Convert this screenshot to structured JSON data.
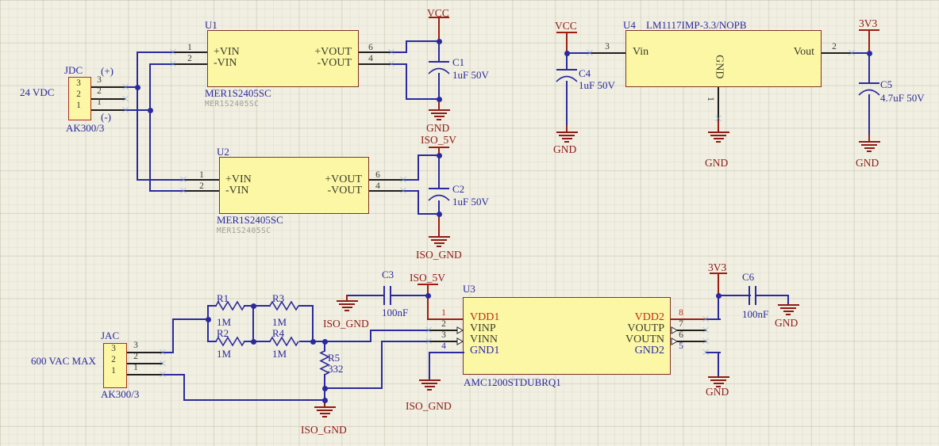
{
  "nets": {
    "vcc": "VCC",
    "gnd": "GND",
    "iso_5v": "ISO_5V",
    "iso_gnd": "ISO_GND",
    "v3v3": "3V3"
  },
  "connectors": {
    "jdc": {
      "designator": "JDC",
      "part": "AK300/3",
      "annotation": "24 VDC",
      "plus": "(+)",
      "minus": "(-)",
      "pin_numbers": [
        "3",
        "2",
        "1"
      ]
    },
    "jac": {
      "designator": "JAC",
      "part": "AK300/3",
      "annotation": "600 VAC MAX",
      "pin_numbers": [
        "3",
        "2",
        "1"
      ]
    }
  },
  "ics": {
    "u1": {
      "designator": "U1",
      "value": "MER1S2405SC",
      "subtext": "MER1S2405SC",
      "pin_names": {
        "vinp": "+VIN",
        "vinn": "-VIN",
        "voutp": "+VOUT",
        "voutn": "-VOUT"
      },
      "pin_numbers": {
        "vinp": "1",
        "vinn": "2",
        "voutp": "6",
        "voutn": "4"
      }
    },
    "u2": {
      "designator": "U2",
      "value": "MER1S2405SC",
      "subtext": "MER1S2405SC",
      "pin_names": {
        "vinp": "+VIN",
        "vinn": "-VIN",
        "voutp": "+VOUT",
        "voutn": "-VOUT"
      },
      "pin_numbers": {
        "vinp": "1",
        "vinn": "2",
        "voutp": "6",
        "voutn": "4"
      }
    },
    "u3": {
      "designator": "U3",
      "value": "AMC1200STDUBRQ1",
      "left": {
        "names": [
          "VDD1",
          "VINP",
          "VINN",
          "GND1"
        ],
        "numbers": [
          "1",
          "2",
          "3",
          "4"
        ]
      },
      "right": {
        "names": [
          "VDD2",
          "VOUTP",
          "VOUTN",
          "GND2"
        ],
        "numbers": [
          "8",
          "7",
          "6",
          "5"
        ]
      }
    },
    "u4": {
      "designator": "U4",
      "value": "LM1117IMP-3.3/NOPB",
      "pin_names": {
        "vin": "Vin",
        "gnd": "GND",
        "vout": "Vout"
      },
      "pin_numbers": {
        "vin": "3",
        "gnd": "1",
        "vout": "2"
      }
    }
  },
  "resistors": {
    "r1": {
      "ref": "R1",
      "value": "1M"
    },
    "r2": {
      "ref": "R2",
      "value": "1M"
    },
    "r3": {
      "ref": "R3",
      "value": "1M"
    },
    "r4": {
      "ref": "R4",
      "value": "1M"
    },
    "r5": {
      "ref": "R5",
      "value": "332"
    }
  },
  "capacitors": {
    "c1": {
      "ref": "C1",
      "value": "1uF 50V"
    },
    "c2": {
      "ref": "C2",
      "value": "1uF 50V"
    },
    "c3": {
      "ref": "C3",
      "value": "100nF"
    },
    "c4": {
      "ref": "C4",
      "value": "1uF 50V"
    },
    "c5": {
      "ref": "C5",
      "value": "4.7uF 50V"
    },
    "c6": {
      "ref": "C6",
      "value": "100nF"
    }
  }
}
